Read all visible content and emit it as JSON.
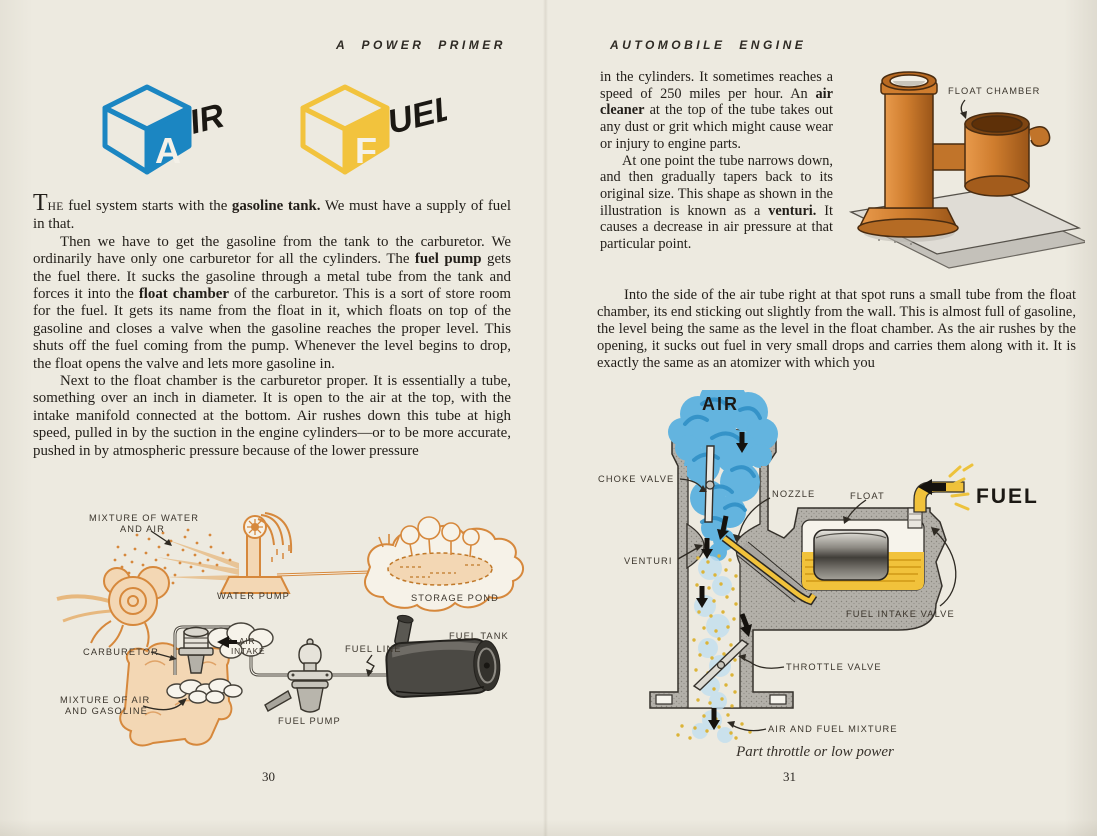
{
  "left_page": {
    "header": "A POWER PRIMER",
    "page_number": "30",
    "logo_air": {
      "letter": "A",
      "rest": "IR"
    },
    "logo_fuel": {
      "letter": "F",
      "rest": "UEL"
    },
    "paragraphs": [
      {
        "runs": [
          {
            "t": "T",
            "cls": "dropT"
          },
          {
            "t": "HE",
            "cls": "sc"
          },
          {
            "t": " fuel system starts with the "
          },
          {
            "t": "gasoline tank.",
            "cls": "rb"
          },
          {
            "t": " We must have a supply of fuel in that."
          }
        ]
      },
      {
        "runs": [
          {
            "t": "Then we have to get the gasoline from the tank to the carburetor. We ordinarily have only one carburetor for all the cylinders. The "
          },
          {
            "t": "fuel pump",
            "cls": "rb"
          },
          {
            "t": " gets the fuel there. It sucks the gasoline through a metal tube from the tank and forces it into the "
          },
          {
            "t": "float chamber",
            "cls": "rb"
          },
          {
            "t": " of the carburetor. This is a sort of store room for the fuel. It gets its name from the float in it, which floats on top of the gasoline and closes a valve when the gasoline reaches the proper level. This shuts off the fuel coming from the pump. Whenever the level begins to drop, the float opens the valve and lets more gasoline in."
          }
        ]
      },
      {
        "runs": [
          {
            "t": "Next to the float chamber is the carburetor proper. It is essentially a tube, something over an inch in diameter. It is open to the air at the top, with the intake manifold connected at the bottom. Air rushes down this tube at high speed, pulled in by the suction in the engine cylinders—or to be more accurate, pushed in by atmospheric pressure because of the lower pressure"
          }
        ]
      }
    ],
    "diagram": {
      "labels": {
        "mixture_water_air_1": "MIXTURE OF WATER",
        "mixture_water_air_2": "AND AIR",
        "water_pump": "WATER PUMP",
        "storage_pond": "STORAGE POND",
        "carburetor": "CARBURETOR",
        "air_intake_1": "AIR",
        "air_intake_2": "INTAKE",
        "mixture_air_gasoline_1": "MIXTURE OF AIR",
        "mixture_air_gasoline_2": "AND GASOLINE",
        "fuel_pump": "FUEL PUMP",
        "fuel_line": "FUEL LINE",
        "fuel_tank": "FUEL TANK"
      }
    }
  },
  "right_page": {
    "header": "AUTOMOBILE ENGINE",
    "page_number": "31",
    "column_paragraphs": [
      {
        "runs": [
          {
            "t": "in the cylinders. It sometimes reaches a speed of 250 miles per hour. An "
          },
          {
            "t": "air cleaner",
            "cls": "rb"
          },
          {
            "t": " at the top of the tube takes out any dust or grit which might cause wear or injury to engine parts."
          }
        ]
      },
      {
        "runs": [
          {
            "t": "At one point the tube narrows down, and then gradually tapers back to its original size. This shape as shown in the illustration is known as a "
          },
          {
            "t": "venturi.",
            "cls": "rb"
          },
          {
            "t": " It causes a decrease in air pressure at that particular point."
          }
        ]
      }
    ],
    "full_paragraphs": [
      {
        "runs": [
          {
            "t": "Into the side of the air tube right at that spot runs a small tube from the float chamber, its end sticking out slightly from the wall. This is almost full of gasoline, the level being the same as the level in the float chamber. As the air rushes by the opening, it sucks out fuel in very small drops and carries them along with it. It is exactly the same as an atomizer with which you"
          }
        ]
      }
    ],
    "float_chamber_illustration": {
      "label": "FLOAT CHAMBER"
    },
    "carburetor_diagram": {
      "labels": {
        "air": "AIR",
        "choke_valve": "CHOKE VALVE",
        "nozzle": "NOZZLE",
        "float": "FLOAT",
        "fuel": "FUEL",
        "venturi": "VENTURI",
        "fuel_intake_valve": "FUEL INTAKE VALVE",
        "throttle_valve": "THROTTLE VALVE",
        "air_fuel_mixture": "AIR AND FUEL MIXTURE"
      },
      "caption": "Part throttle or low power"
    }
  },
  "colors": {
    "paper": "#edeae0",
    "ink": "#221e19",
    "orange_ink": "#d6883c",
    "air_blue": "#63b4df",
    "cube_blue": "#1b86c2",
    "cube_yellow": "#f2c33d",
    "fuel_yellow": "#f1c23b",
    "body_gray": "#b3b0a9"
  }
}
